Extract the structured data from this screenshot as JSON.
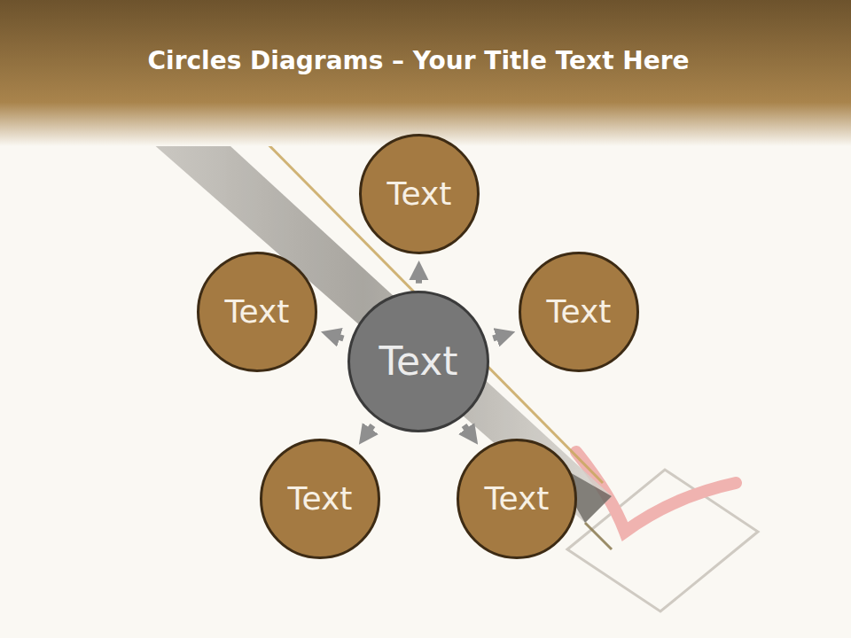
{
  "diagram": {
    "title": "Circles Diagrams – Your Title Text Here",
    "nodes": [
      {
        "text": [
          "Text"
        ]
      },
      {
        "text": [
          "Text"
        ]
      },
      {
        "text": [
          "Text"
        ]
      },
      {
        "text": [
          "Text"
        ]
      },
      {
        "text": [
          "Text"
        ]
      },
      {
        "text": [
          "Text"
        ]
      }
    ],
    "edges": [
      {
        "from": 0,
        "to": 1,
        "arrow": "to"
      },
      {
        "from": 0,
        "to": 2,
        "arrow": "to"
      },
      {
        "from": 0,
        "to": 3,
        "arrow": "to"
      },
      {
        "from": 0,
        "to": 4,
        "arrow": "to"
      },
      {
        "from": 0,
        "to": 5,
        "arrow": "to"
      }
    ]
  }
}
